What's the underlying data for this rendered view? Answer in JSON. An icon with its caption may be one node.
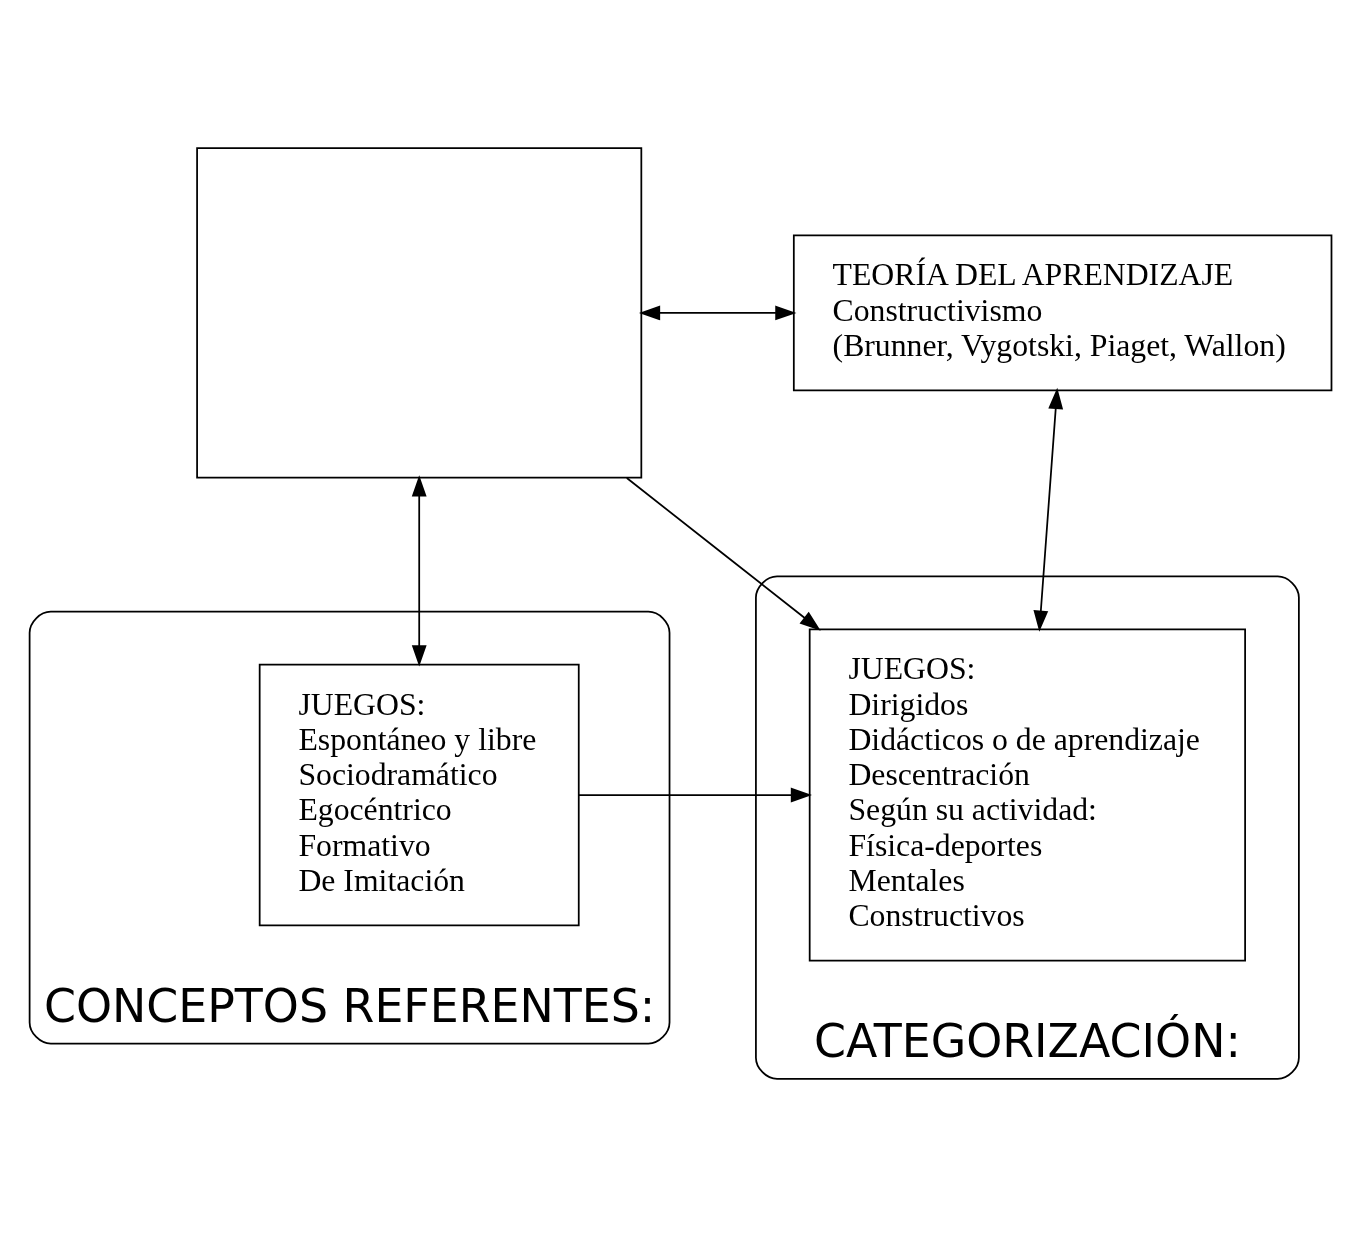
{
  "diagram": {
    "nodes": [
      {
        "text": [],
        "shape": "box"
      },
      {
        "text": [
          "TEORÍA DEL APRENDIZAJE",
          "Constructivismo",
          "(Brunner, Vygotski, Piaget, Wallon)"
        ]
      },
      {
        "text": [
          "CONCEPTOS REFERENTES:"
        ]
      },
      {
        "text": [
          "JUEGOS:",
          "Espontáneo y libre",
          "Sociodramático",
          "Egocéntrico",
          "Formativo",
          "De Imitación"
        ],
        "in": 2
      },
      {
        "text": [
          "CATEGORIZACIÓN:"
        ]
      },
      {
        "text": [
          "JUEGOS:",
          "Dirigidos",
          "Didácticos o de aprendizaje",
          "Descentración",
          "Según su actividad:",
          "Física-deportes",
          "Mentales",
          "Constructivos"
        ],
        "in": 4
      }
    ],
    "edges": [
      {
        "from": 0,
        "to": 1,
        "arrow": "both"
      },
      {
        "from": 0,
        "to": 3,
        "arrow": "both"
      },
      {
        "from": 0,
        "to": 5,
        "arrow": "to"
      },
      {
        "from": 1,
        "to": 5,
        "arrow": "both"
      },
      {
        "from": 3,
        "to": 5,
        "arrow": "to"
      }
    ]
  }
}
